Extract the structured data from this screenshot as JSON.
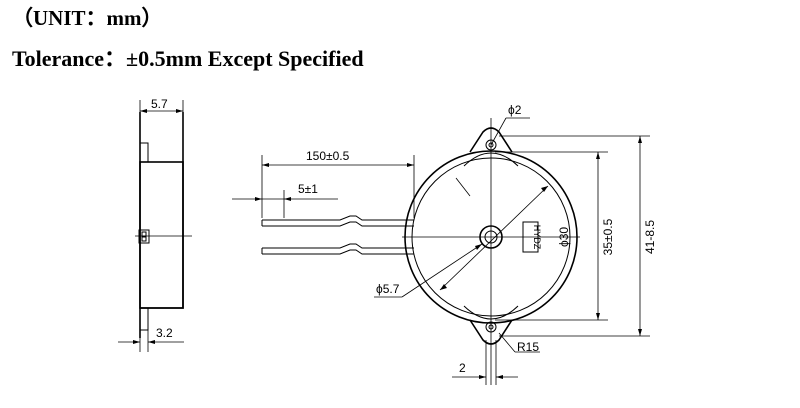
{
  "header": {
    "unit_text": "（UNIT：mm）",
    "tolerance_text": "Tolerance：±0.5mm Except Specified"
  },
  "side_view": {
    "dim_thickness": "5.7",
    "dim_tab_thickness": "3.2"
  },
  "front_view": {
    "dim_lead_length": "150±0.5",
    "dim_strip_length": "5±1",
    "dim_hole": "ϕ2",
    "dim_center_hole": "ϕ5.7",
    "dim_body_diameter": "ϕ30",
    "dim_height_inner": "35±0.5",
    "dim_height_outer": "41-8.5",
    "dim_flange_radius": "R15",
    "dim_flange_width": "2",
    "label_text": "HYDZ"
  }
}
